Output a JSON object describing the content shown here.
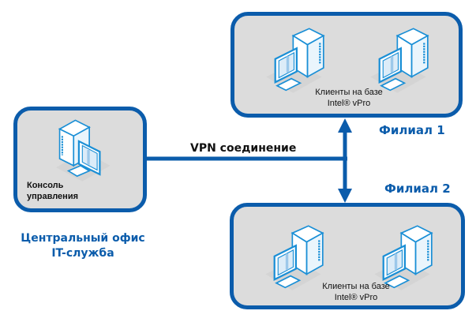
{
  "colors": {
    "accent": "#0b5cab",
    "box_fill": "#dcdcdc",
    "icon": "#1a8fd6"
  },
  "connection": {
    "label": "VPN соединение"
  },
  "central_office": {
    "box_label_line1": "Консоль",
    "box_label_line2": "управления",
    "title_line1": "Центральный офис",
    "title_line2": "IT-служба",
    "icon": "desktop-computer-icon"
  },
  "branch1": {
    "title": "Филиал 1",
    "label_line1": "Клиенты на базе",
    "label_line2": "Intel® vPro",
    "icons": [
      "desktop-computer-icon",
      "desktop-computer-icon"
    ]
  },
  "branch2": {
    "title": "Филиал 2",
    "label_line1": "Клиенты на базе",
    "label_line2": "Intel® vPro",
    "icons": [
      "desktop-computer-icon",
      "desktop-computer-icon"
    ]
  }
}
